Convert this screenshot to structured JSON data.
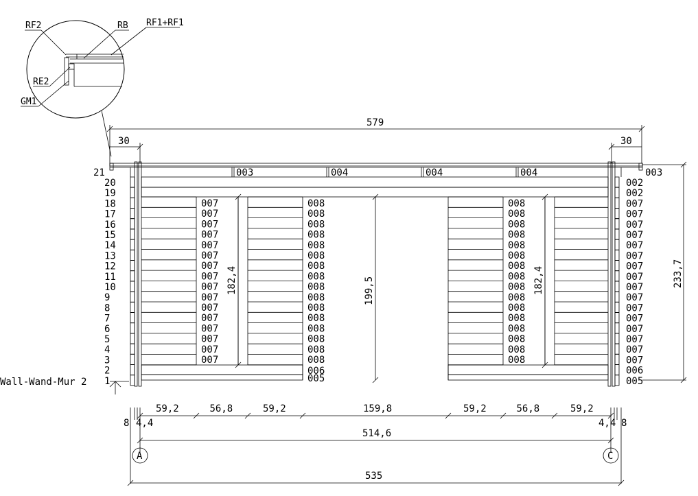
{
  "detail_labels": {
    "rf2": "RF2",
    "rb": "RB",
    "rf1_rf1": "RF1+RF1",
    "re2": "RE2",
    "gm1": "GM1"
  },
  "top_dimensions": {
    "overall": "579",
    "left_overhang": "30",
    "right_overhang": "30"
  },
  "roof_codes": {
    "left_row": "21",
    "right_code": "003",
    "beams": [
      "003",
      "004",
      "004",
      "004"
    ]
  },
  "rows": {
    "left_numbers": [
      "20",
      "19",
      "18",
      "17",
      "16",
      "15",
      "14",
      "13",
      "12",
      "11",
      "10",
      "9",
      "8",
      "7",
      "6",
      "5",
      "4",
      "3",
      "2",
      "1"
    ],
    "right_codes": [
      "002",
      "002",
      "007",
      "007",
      "007",
      "007",
      "007",
      "007",
      "007",
      "007",
      "007",
      "007",
      "007",
      "007",
      "007",
      "007",
      "007",
      "007",
      "006",
      "005"
    ]
  },
  "openings": {
    "left_window_codes": [
      "007",
      "007",
      "007",
      "007",
      "007",
      "007",
      "007",
      "007",
      "007",
      "007",
      "007",
      "007",
      "007",
      "007",
      "007",
      "007"
    ],
    "center_left_codes": [
      "008",
      "008",
      "008",
      "008",
      "008",
      "008",
      "008",
      "008",
      "008",
      "008",
      "008",
      "008",
      "008",
      "008",
      "008",
      "008"
    ],
    "center_bottom_codes": [
      "006",
      "005"
    ],
    "right_window_codes": [
      "008",
      "008",
      "008",
      "008",
      "008",
      "008",
      "008",
      "008",
      "008",
      "008",
      "008",
      "008",
      "008",
      "008",
      "008",
      "008"
    ],
    "left_window_height": "182,4",
    "door_height": "199,5",
    "right_window_height": "182,4"
  },
  "right_dimension": "233,7",
  "wall_label": "Wall-Wand-Mur  2",
  "bottom_dimensions": {
    "segments": [
      "59,2",
      "56,8",
      "59,2",
      "159,8",
      "59,2",
      "56,8",
      "59,2"
    ],
    "left_edge": "8",
    "left_inner": "4,4",
    "right_inner": "4,4",
    "right_edge": "8",
    "inner_span": "514,6",
    "outer_span": "535"
  },
  "axes": {
    "left": "A",
    "right": "C"
  }
}
